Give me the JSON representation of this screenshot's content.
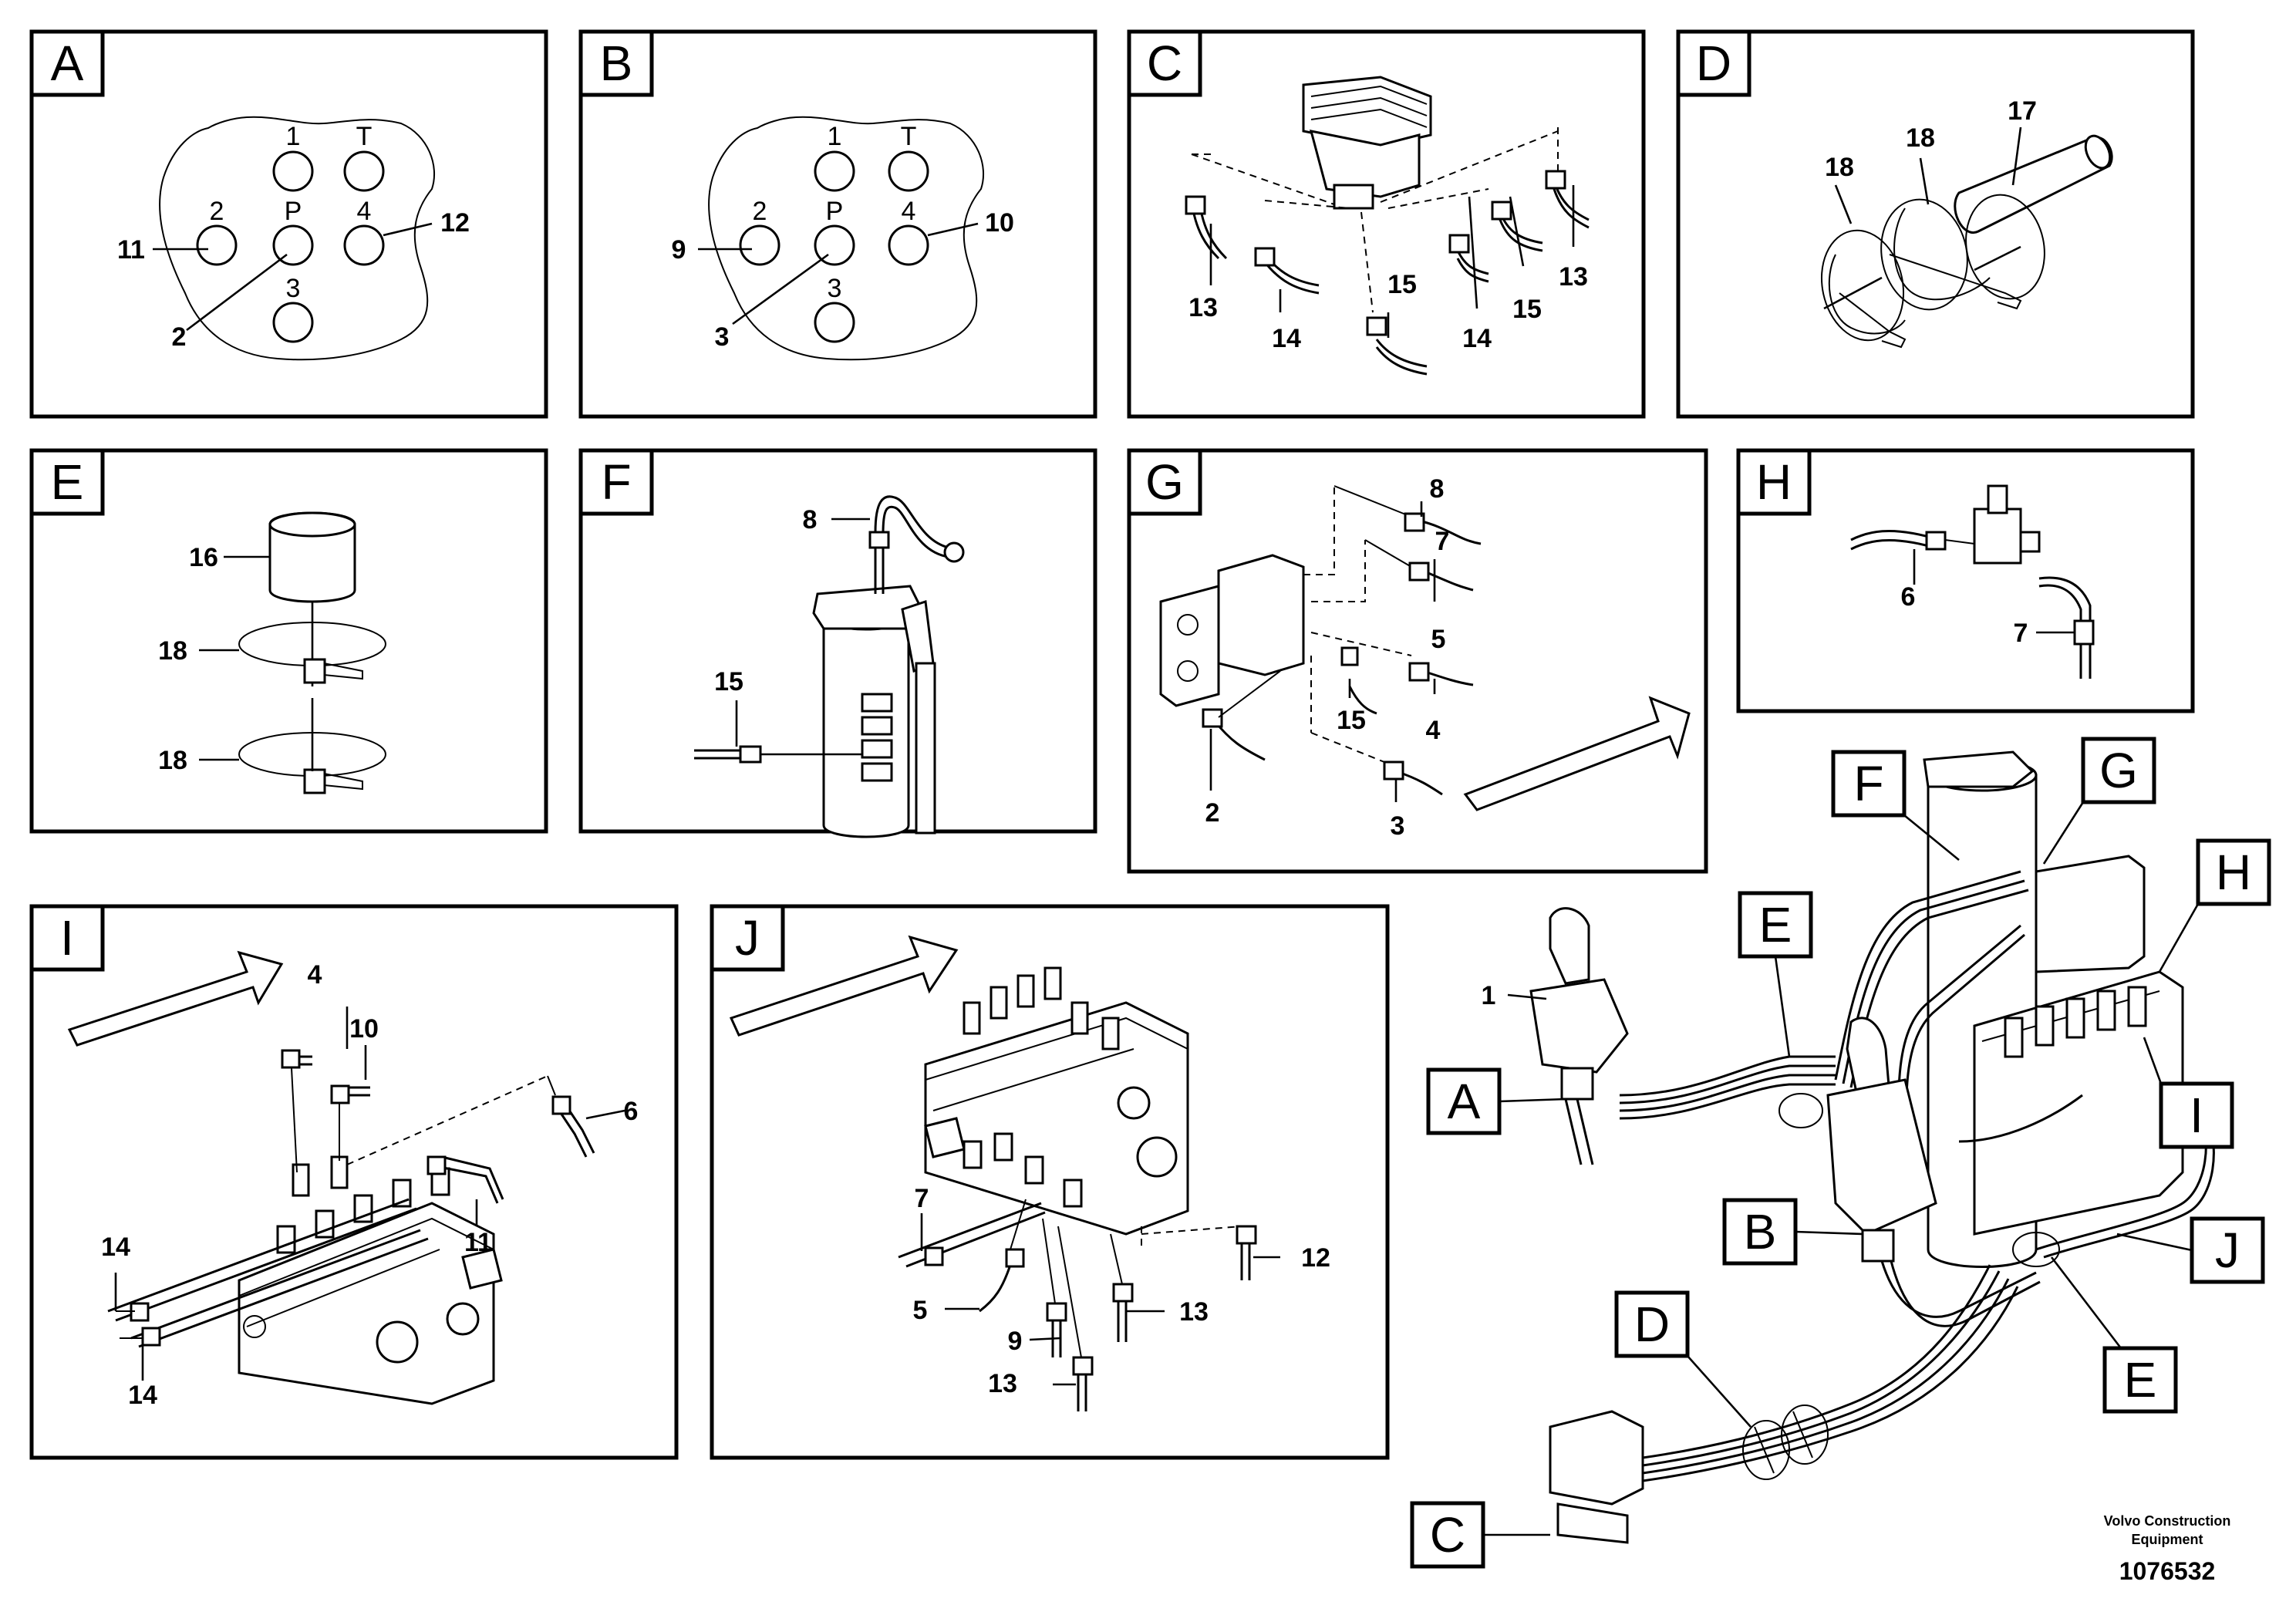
{
  "panels": {
    "A": {
      "tab": "A",
      "pins": [
        "1",
        "T",
        "2",
        "P",
        "4",
        "3"
      ],
      "callouts": [
        "11",
        "12",
        "2"
      ]
    },
    "B": {
      "tab": "B",
      "pins": [
        "1",
        "T",
        "2",
        "P",
        "4",
        "3"
      ],
      "callouts": [
        "9",
        "10",
        "3"
      ]
    },
    "C": {
      "tab": "C",
      "callouts": [
        "13",
        "14",
        "15",
        "14",
        "15",
        "13"
      ]
    },
    "D": {
      "tab": "D",
      "callouts": [
        "18",
        "18",
        "17"
      ]
    },
    "E": {
      "tab": "E",
      "callouts": [
        "16",
        "18",
        "18"
      ]
    },
    "F": {
      "tab": "F",
      "callouts": [
        "8",
        "15"
      ]
    },
    "G": {
      "tab": "G",
      "callouts": [
        "8",
        "7",
        "5",
        "15",
        "4",
        "2",
        "3"
      ]
    },
    "H": {
      "tab": "H",
      "callouts": [
        "6",
        "7"
      ]
    },
    "I": {
      "tab": "I",
      "callouts": [
        "4",
        "10",
        "6",
        "11",
        "14",
        "14"
      ]
    },
    "J": {
      "tab": "J",
      "callouts": [
        "7",
        "5",
        "9",
        "13",
        "13",
        "12"
      ]
    }
  },
  "overview": {
    "callout_1": "1",
    "tags": [
      "F",
      "G",
      "H",
      "E",
      "A",
      "I",
      "B",
      "J",
      "D",
      "E",
      "C"
    ]
  },
  "footer": {
    "brand_line1": "Volvo Construction",
    "brand_line2": "Equipment",
    "part_number": "1076532"
  },
  "colors": {
    "line": "#000000",
    "background": "#ffffff"
  }
}
